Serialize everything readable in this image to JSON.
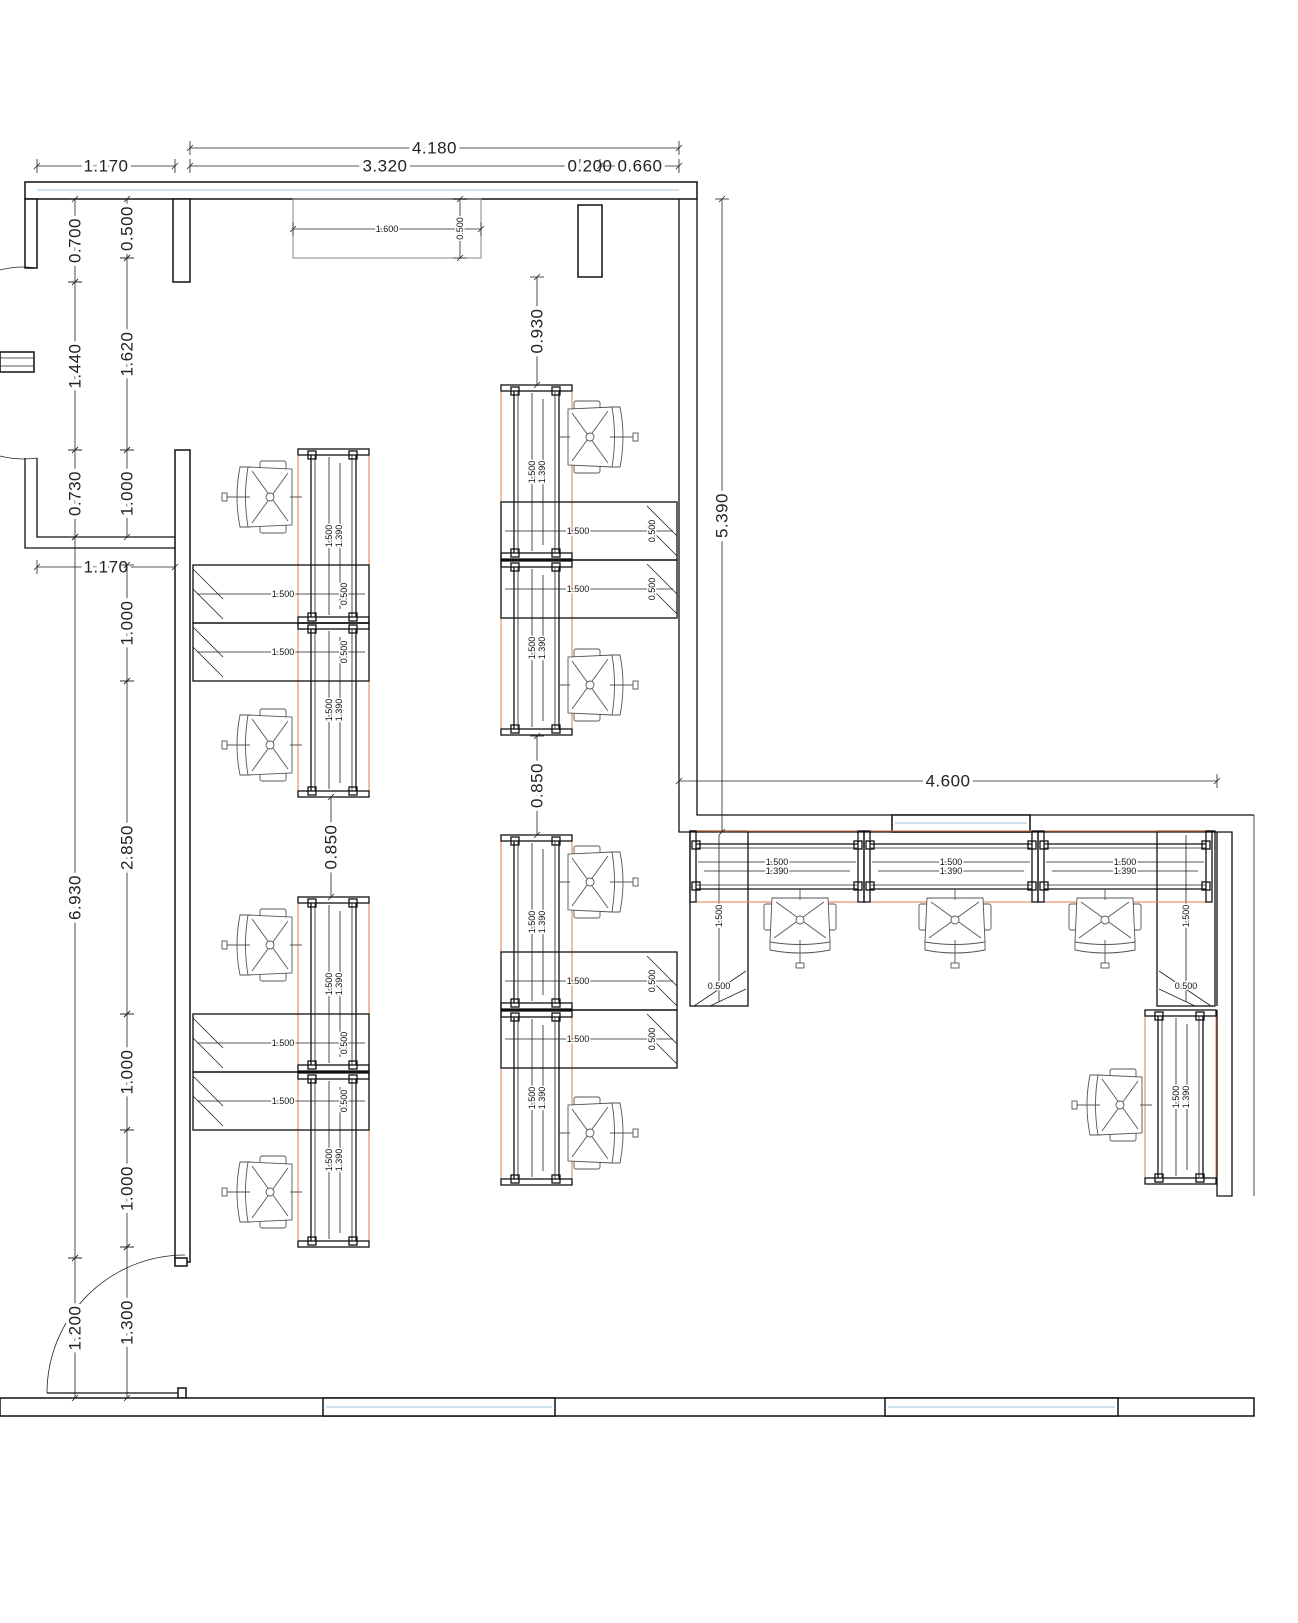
{
  "dimensions": {
    "d_4180": "4.180",
    "d_3320": "3.320",
    "d_0200": "0.200",
    "d_0660": "0.660",
    "d_1170a": "1.170",
    "d_0700": "0.700",
    "d_1440": "1.440",
    "d_0730": "0.730",
    "d_0500a": "0.500",
    "d_1620": "1.620",
    "d_1000a": "1.000",
    "d_1170b": "1.170",
    "d_6930": "6.930",
    "d_1200": "1.200",
    "d_1000b": "1.000",
    "d_2850": "2.850",
    "d_1000c": "1.000",
    "d_1000d": "1.000",
    "d_1300": "1.300",
    "d_0930": "0.930",
    "d_0850a": "0.850",
    "d_0850b": "0.850",
    "d_5390": "5.390",
    "d_4600": "4.600",
    "d_1600": "1.600",
    "d_0500b": "0.500"
  },
  "furniture_labels": {
    "desk_length": "1.500",
    "desk_inner_length": "1.390",
    "return_length": "1.500",
    "return_depth": "0.500"
  },
  "colors": {
    "line": "#111111",
    "desk_accent": "#e07a4a",
    "glazing": "#9cc6e0"
  }
}
